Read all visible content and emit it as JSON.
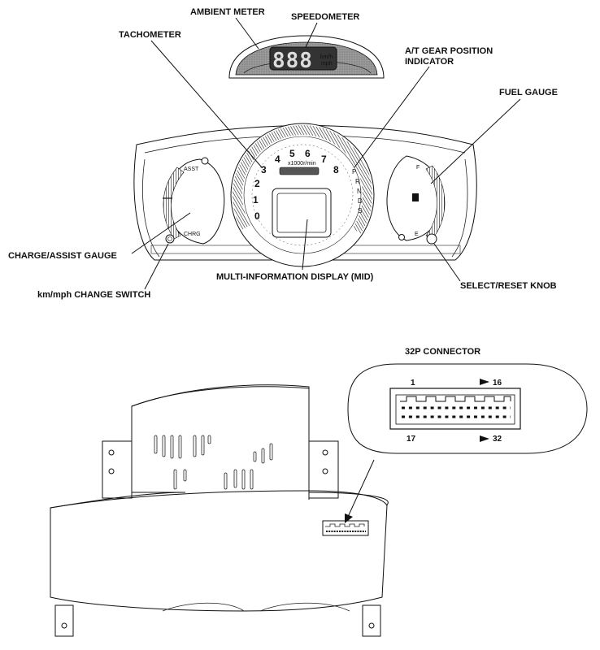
{
  "labels": {
    "ambient_meter": "AMBIENT METER",
    "speedometer": "SPEEDOMETER",
    "tachometer": "TACHOMETER",
    "at_gear_line1": "A/T GEAR POSITION",
    "at_gear_line2": "INDICATOR",
    "fuel_gauge": "FUEL GAUGE",
    "charge_assist_gauge": "CHARGE/ASSIST GAUGE",
    "kmph_change_switch": "km/mph CHANGE SWITCH",
    "mid": "MULTI-INFORMATION DISPLAY (MID)",
    "select_reset_knob": "SELECT/RESET KNOB",
    "connector_title": "32P CONNECTOR"
  },
  "speedometer": {
    "digits": "888",
    "unit_km": "km/h",
    "unit_mph": "mph"
  },
  "tachometer": {
    "numbers": [
      "0",
      "1",
      "2",
      "3",
      "4",
      "5",
      "6",
      "7",
      "8"
    ],
    "unit": "x1000r/min"
  },
  "gear_positions": [
    "P",
    "R",
    "N",
    "D",
    "S"
  ],
  "charge_assist": {
    "assist": "ASST",
    "charge": "CHRG"
  },
  "fuel": {
    "full": "F",
    "empty": "E"
  },
  "connector": {
    "pin_top_left": "1",
    "pin_top_right": "16",
    "pin_bottom_left": "17",
    "pin_bottom_right": "32"
  }
}
